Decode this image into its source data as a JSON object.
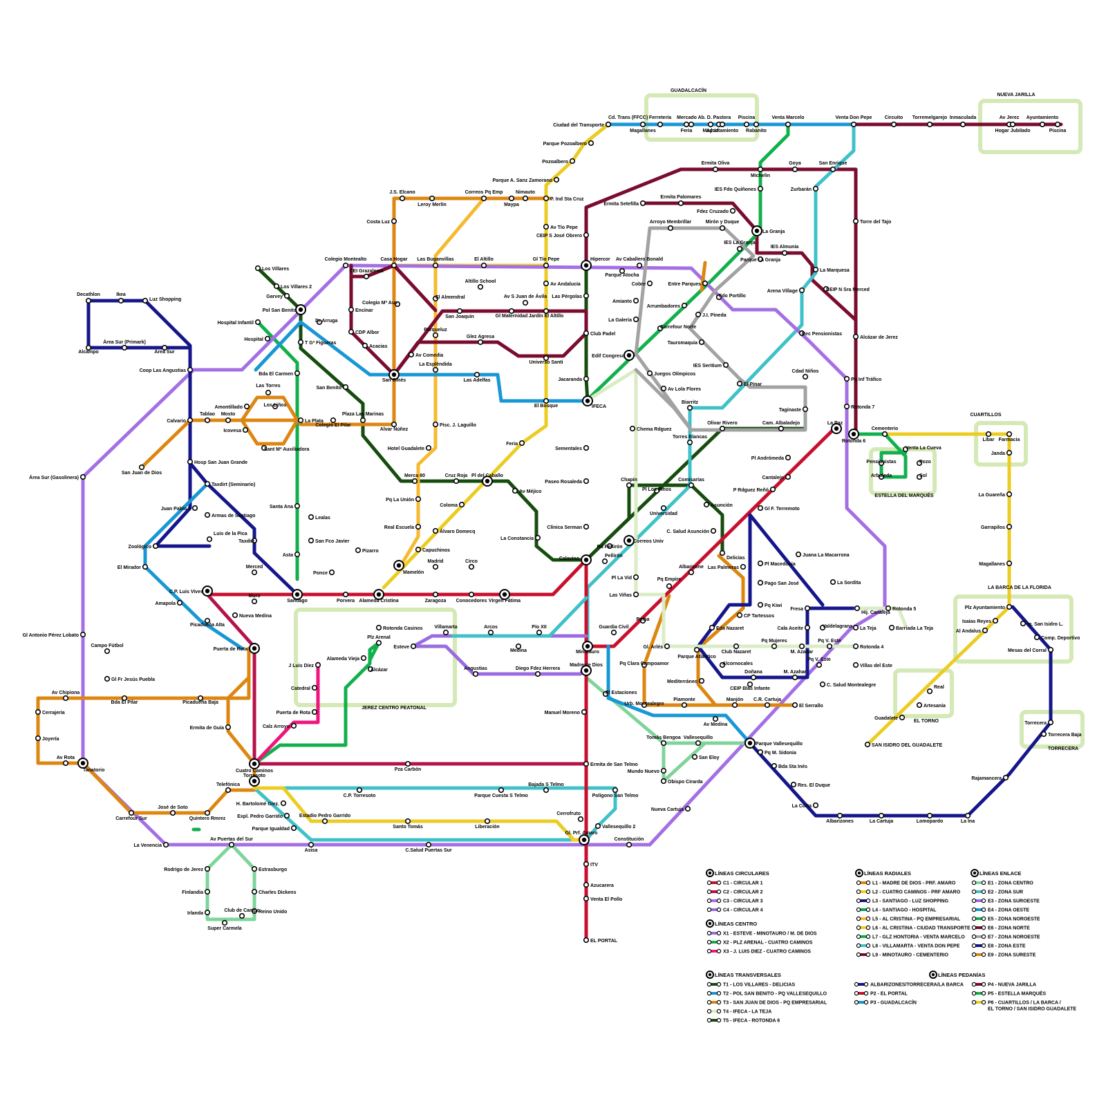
{
  "zones": [
    {
      "id": "guadalcacin",
      "label": "GUADALCACÍN"
    },
    {
      "id": "nueva_jarilla",
      "label": "NUEVA JARILLA"
    },
    {
      "id": "cuartillos",
      "label": "CUARTILLOS"
    },
    {
      "id": "estella",
      "label": "ESTELLA DEL MARQUÉS"
    },
    {
      "id": "barca",
      "label": "LA BARCA DE LA FLORIDA"
    },
    {
      "id": "torno",
      "label": "EL TORNO"
    },
    {
      "id": "torrecera",
      "label": "TORRECERA"
    },
    {
      "id": "centro",
      "label": "JEREZ CENTRO PEATONAL"
    }
  ],
  "lines": [
    {
      "id": "C1",
      "color": "#c8102e"
    },
    {
      "id": "C2",
      "color": "#b5124b"
    },
    {
      "id": "C3",
      "color": "#a46fe4"
    },
    {
      "id": "C4",
      "color": "#9b6be0"
    },
    {
      "id": "X1",
      "color": "#9b6be0"
    },
    {
      "id": "X2",
      "color": "#12b04c"
    },
    {
      "id": "X3",
      "color": "#f0147d"
    },
    {
      "id": "L1",
      "color": "#dd8610"
    },
    {
      "id": "L2",
      "color": "#f2cf20"
    },
    {
      "id": "L3",
      "color": "#15168a"
    },
    {
      "id": "L4",
      "color": "#0ea05a"
    },
    {
      "id": "L5",
      "color": "#f6b92f"
    },
    {
      "id": "L6",
      "color": "#eccc22"
    },
    {
      "id": "L7",
      "color": "#12b04c"
    },
    {
      "id": "L8",
      "color": "#3fc1c9"
    },
    {
      "id": "L9",
      "color": "#7a0c2e"
    },
    {
      "id": "T1",
      "color": "#174c0f"
    },
    {
      "id": "T2",
      "color": "#1897d4"
    },
    {
      "id": "T3",
      "color": "#dd8610"
    },
    {
      "id": "T4",
      "color": "#daecc4"
    },
    {
      "id": "T5",
      "color": "#174c0f"
    },
    {
      "id": "E1",
      "color": "#7fd49b"
    },
    {
      "id": "E2",
      "color": "#3fc1c9"
    },
    {
      "id": "E3",
      "color": "#9b6be0"
    },
    {
      "id": "E4",
      "color": "#1897d4"
    },
    {
      "id": "E5",
      "color": "#12b04c"
    },
    {
      "id": "E6",
      "color": "#7a0c2e"
    },
    {
      "id": "E7",
      "color": "#a2a2a2"
    },
    {
      "id": "E8",
      "color": "#15168a"
    },
    {
      "id": "E9",
      "color": "#dd8610"
    },
    {
      "id": "P1",
      "color": "#15168a"
    },
    {
      "id": "P2",
      "color": "#c8102e"
    },
    {
      "id": "P3",
      "color": "#1897d4"
    },
    {
      "id": "P4",
      "color": "#7a0c2e"
    },
    {
      "id": "P5",
      "color": "#12b04c"
    },
    {
      "id": "P6",
      "color": "#eccc22"
    }
  ],
  "stations": [
    {
      "n": "Ciudad del Transporte"
    },
    {
      "n": "Cd. Trans (FFCC)"
    },
    {
      "n": "Magallanes"
    },
    {
      "n": "Ferretería"
    },
    {
      "n": "Mercado Ab."
    },
    {
      "n": "Feria"
    },
    {
      "n": "D. Pastora"
    },
    {
      "n": "Madrid"
    },
    {
      "n": "Piscina"
    },
    {
      "n": "Ayuntamiento"
    },
    {
      "n": "Rabanito"
    },
    {
      "n": "Venta Marcelo"
    },
    {
      "n": "Venta Don Pepe"
    },
    {
      "n": "Circuito"
    },
    {
      "n": "Torremelgarejo"
    },
    {
      "n": "Inmaculada"
    },
    {
      "n": "Av Jerez"
    },
    {
      "n": "Hogar Jubilado"
    },
    {
      "n": "Ayuntamiento"
    },
    {
      "n": "Piscina"
    },
    {
      "n": "Parque Pozoalbero"
    },
    {
      "n": "Pozoalbero"
    },
    {
      "n": "Parque A. Sanz Zamorano"
    },
    {
      "n": "Ermita Oliva"
    },
    {
      "n": "Goya"
    },
    {
      "n": "San Enrique"
    },
    {
      "n": "Michelin"
    },
    {
      "n": "IES Fdo Quiñones"
    },
    {
      "n": "Zurbarán"
    },
    {
      "n": "Torre del Tajo"
    },
    {
      "n": "J.S. Elcano"
    },
    {
      "n": "Leroy Merlín"
    },
    {
      "n": "Correos Pq Emp"
    },
    {
      "n": "Maypa"
    },
    {
      "n": "Nimauto"
    },
    {
      "n": "P. Ind Sta Cruz"
    },
    {
      "n": "Ermita Palomares"
    },
    {
      "n": "Ermita Setefilla"
    },
    {
      "n": "Fdez Cruzado"
    },
    {
      "n": "Costa Luz"
    },
    {
      "n": "Av Tío Pepe"
    },
    {
      "n": "CEIP S José Obrero"
    },
    {
      "n": "Arroyo Membrillar"
    },
    {
      "n": "Mirón y Duque"
    },
    {
      "n": "La Granja"
    },
    {
      "n": "Colegio Montealto"
    },
    {
      "n": "Casa Hogar"
    },
    {
      "n": "Las Buganvillas"
    },
    {
      "n": "El Altillo"
    },
    {
      "n": "Gl Tío Pepe"
    },
    {
      "n": "Hipercor"
    },
    {
      "n": "Av Caballero Bonald"
    },
    {
      "n": "Parque Atocha"
    },
    {
      "n": "IES La Granja"
    },
    {
      "n": "IES Almunia"
    },
    {
      "n": "Parque La Granja"
    },
    {
      "n": "La Marquesa"
    },
    {
      "n": "CEIP N Sra Merced"
    },
    {
      "n": "Los Villares"
    },
    {
      "n": "Los Villares 2"
    },
    {
      "n": "Garvey"
    },
    {
      "n": "Decathlon"
    },
    {
      "n": "Ikea"
    },
    {
      "n": "Luz Shopping"
    },
    {
      "n": "CEI Grazalema"
    },
    {
      "n": "Encinar"
    },
    {
      "n": "Colegio Mª Aux"
    },
    {
      "n": "El Almendral"
    },
    {
      "n": "Altillo School"
    },
    {
      "n": "San Joaquín"
    },
    {
      "n": "Av S Juan de Ávila"
    },
    {
      "n": "Gl Maternidad"
    },
    {
      "n": "Jardín El Altillo"
    },
    {
      "n": "Av Andalucía"
    },
    {
      "n": "Cobre"
    },
    {
      "n": "Entre Parques"
    },
    {
      "n": "Fdo Portillo"
    },
    {
      "n": "Arena Village"
    },
    {
      "n": "Las Pérgolas"
    },
    {
      "n": "Amianto"
    },
    {
      "n": "Arrumbadores"
    },
    {
      "n": "J.I. Pineda"
    },
    {
      "n": "La Galería"
    },
    {
      "n": "Club Padel"
    },
    {
      "n": "Carrefour Norte"
    },
    {
      "n": "Tauromaquia"
    },
    {
      "n": "Rec Pensionistas"
    },
    {
      "n": "Alcázar de Jerez"
    },
    {
      "n": "Pol San Benito"
    },
    {
      "n": "Dr Arruga"
    },
    {
      "n": "Hospital Infantil"
    },
    {
      "n": "Hospital"
    },
    {
      "n": "T Gª Figueras"
    },
    {
      "n": "Alcampo"
    },
    {
      "n": "Área Sur (Primark)"
    },
    {
      "n": "Área Sur"
    },
    {
      "n": "CDP Albor"
    },
    {
      "n": "Acacias"
    },
    {
      "n": "Parqueluz"
    },
    {
      "n": "Glez Agresa"
    },
    {
      "n": "Av Comedia"
    },
    {
      "n": "Universo Santi"
    },
    {
      "n": "Edif Congreso"
    },
    {
      "n": "San Ginés"
    },
    {
      "n": "La Espléndida"
    },
    {
      "n": "Las Adelfas"
    },
    {
      "n": "Jacaranda"
    },
    {
      "n": "IFECA"
    },
    {
      "n": "Juegos Olímpicos"
    },
    {
      "n": "IES Seritium"
    },
    {
      "n": "Av Lola Flores"
    },
    {
      "n": "El Pinar"
    },
    {
      "n": "Cdad Niños"
    },
    {
      "n": "Pq Inf Tráfico"
    },
    {
      "n": "Coop Las Angustias"
    },
    {
      "n": "Bda El Carmen"
    },
    {
      "n": "San Benito"
    },
    {
      "n": "El Bosque"
    },
    {
      "n": "Biarritz"
    },
    {
      "n": "Taginaste"
    },
    {
      "n": "Rotonda 7"
    },
    {
      "n": "Las Torres"
    },
    {
      "n": "Amontillado"
    },
    {
      "n": "Los Liños"
    },
    {
      "n": "Calvario"
    },
    {
      "n": "Tablao"
    },
    {
      "n": "Mosto"
    },
    {
      "n": "La Plata"
    },
    {
      "n": "Plaza Las Marinas"
    },
    {
      "n": "Icovesa"
    },
    {
      "n": "Colegio El Pilar"
    },
    {
      "n": "Alvar Núñez"
    },
    {
      "n": "Pisc. J. Laguillo"
    },
    {
      "n": "Chema Rdguez"
    },
    {
      "n": "Olivar Rivero"
    },
    {
      "n": "Cam. Albaladejo"
    },
    {
      "n": "La Paz"
    },
    {
      "n": "Rotonda 6"
    },
    {
      "n": "Cementerio"
    },
    {
      "n": "Sant Mª Auxiliadora"
    },
    {
      "n": "Feria"
    },
    {
      "n": "Torres Blancas"
    },
    {
      "n": "Hotel Guadalete"
    },
    {
      "n": "Sementales"
    },
    {
      "n": "San Juan de Dios"
    },
    {
      "n": "Hosp San Juan Grande"
    },
    {
      "n": "Merca 80"
    },
    {
      "n": "Cruz Roja"
    },
    {
      "n": "Pl del Caballo"
    },
    {
      "n": "Av Méjico"
    },
    {
      "n": "Paseo Rosaleda"
    },
    {
      "n": "Chapín"
    },
    {
      "n": "Pl Los Pinos"
    },
    {
      "n": "Comisarías"
    },
    {
      "n": "Pl Andrómeda"
    },
    {
      "n": "Área Sur (Gasolinera)"
    },
    {
      "n": "Taxdirt (Seminario)"
    },
    {
      "n": "Pq La Unión"
    },
    {
      "n": "Colomа"
    },
    {
      "n": "Cantalejo"
    },
    {
      "n": "Juan Pablo II"
    },
    {
      "n": "Armas de Santiago"
    },
    {
      "n": "Universidad"
    },
    {
      "n": "Asunción"
    },
    {
      "n": "P Rdguez Reñó"
    },
    {
      "n": "Santa Ana"
    },
    {
      "n": "Lealas"
    },
    {
      "n": "Real Escuela"
    },
    {
      "n": "Álvaro Domecq"
    },
    {
      "n": "Clínica Serman"
    },
    {
      "n": "C. Salud Asunción"
    },
    {
      "n": "Gl F. Terremoto"
    },
    {
      "n": "Zoológico"
    },
    {
      "n": "Luis de la Pica"
    },
    {
      "n": "San Fco Javier"
    },
    {
      "n": "La Constancia"
    },
    {
      "n": "Correos Univ"
    },
    {
      "n": "Taxdirt"
    },
    {
      "n": "Pizarro"
    },
    {
      "n": "Capuchinos"
    },
    {
      "n": "Rd Pellirón"
    },
    {
      "n": "Juana La Macarrona"
    },
    {
      "n": "El Mirador"
    },
    {
      "n": "Asta"
    },
    {
      "n": "Calavino"
    },
    {
      "n": "Delicias"
    },
    {
      "n": "Mamelón"
    },
    {
      "n": "Pellirón"
    },
    {
      "n": "Albarizone"
    },
    {
      "n": "Las Palmeras"
    },
    {
      "n": "Pl Macedonia"
    },
    {
      "n": "La Sordita"
    },
    {
      "n": "Merced"
    },
    {
      "n": "Ponce"
    },
    {
      "n": "Madrid"
    },
    {
      "n": "Circo"
    },
    {
      "n": "Pl La Vid"
    },
    {
      "n": "Pq Empire"
    },
    {
      "n": "Pago San José"
    },
    {
      "n": "C.P. Luis Vives"
    },
    {
      "n": "Santiago"
    },
    {
      "n": "Porvera"
    },
    {
      "n": "Alameda Cristina"
    },
    {
      "n": "Zaragoza"
    },
    {
      "n": "Conocedores"
    },
    {
      "n": "Virgen Fátima"
    },
    {
      "n": "Las Viñas"
    },
    {
      "n": "Pq Kiwi"
    },
    {
      "n": "Amapola"
    },
    {
      "n": "Muro"
    },
    {
      "n": "Nueva Medina"
    },
    {
      "n": "Hij. Canaleja"
    },
    {
      "n": "Rotonda 5"
    },
    {
      "n": "CP Tartessos"
    },
    {
      "n": "Fresa"
    },
    {
      "n": "Picadueña Alta"
    },
    {
      "n": "Reina"
    },
    {
      "n": "Gl Antonio Pérez Lobato"
    },
    {
      "n": "Rotonda Casinos"
    },
    {
      "n": "Villamarta"
    },
    {
      "n": "Arcos"
    },
    {
      "n": "Pío XII"
    },
    {
      "n": "Guardia Civil"
    },
    {
      "n": "Eda Nazaret"
    },
    {
      "n": "Cala Aceite"
    },
    {
      "n": "Valdelagrana"
    },
    {
      "n": "La Teja"
    },
    {
      "n": "Barriada La Teja"
    },
    {
      "n": "Puerta de Rota"
    },
    {
      "n": "Campo Fútbol"
    },
    {
      "n": "Plz Arenal"
    },
    {
      "n": "Esteve"
    },
    {
      "n": "Medina"
    },
    {
      "n": "Minotauro"
    },
    {
      "n": "Gl. Arlés"
    },
    {
      "n": "Parque Atlántico"
    },
    {
      "n": "Club Nazaret"
    },
    {
      "n": "Pq Mujeres"
    },
    {
      "n": "M. Azahar"
    },
    {
      "n": "Pq V. Este"
    },
    {
      "n": "Rotonda 4"
    },
    {
      "n": "J Luis Díez"
    },
    {
      "n": "Alameda Vieja"
    },
    {
      "n": "Alcázar"
    },
    {
      "n": "Angustias"
    },
    {
      "n": "Diego Fdez Herrera"
    },
    {
      "n": "Madre de Dios"
    },
    {
      "n": "Pq Clara Campoamor"
    },
    {
      "n": "Alcornocales"
    },
    {
      "n": "Pq V. Este"
    },
    {
      "n": "Villas del Este"
    },
    {
      "n": "Gl Fr Jesús Puebla"
    },
    {
      "n": "Catedral"
    },
    {
      "n": "Mediterráneo"
    },
    {
      "n": "Doñana"
    },
    {
      "n": "M. Azahar"
    },
    {
      "n": "CEIP Blas Infante"
    },
    {
      "n": "C. Salud Montealegre"
    },
    {
      "n": "Av Chipiona"
    },
    {
      "n": "Bda El Pilar"
    },
    {
      "n": "Picadueña Baja"
    },
    {
      "n": "Pl Estaciones"
    },
    {
      "n": "Urb. Montealegre"
    },
    {
      "n": "Piamonte"
    },
    {
      "n": "Manjón"
    },
    {
      "n": "C.R. Cartuja"
    },
    {
      "n": "El Serrallo"
    },
    {
      "n": "Cerrajería"
    },
    {
      "n": "Puerta de Rota"
    },
    {
      "n": "Manuel Moreno"
    },
    {
      "n": "Av Medina"
    },
    {
      "n": "Ermita de Guía"
    },
    {
      "n": "Calz Arroyo"
    },
    {
      "n": "Tomás Bengoa"
    },
    {
      "n": "Vallesequillo"
    },
    {
      "n": "Parque Vallesequillo"
    },
    {
      "n": "Pq M. Sidonia"
    },
    {
      "n": "Joyería"
    },
    {
      "n": "Cuatro Caminos"
    },
    {
      "n": "Pza Carbón"
    },
    {
      "n": "Ermita de San Telmo"
    },
    {
      "n": "Mundo Nuevo"
    },
    {
      "n": "San Eloy"
    },
    {
      "n": "Bda Sta Inés"
    },
    {
      "n": "Av Rota"
    },
    {
      "n": "Tanatorio"
    },
    {
      "n": "Torresoto"
    },
    {
      "n": "Obispo Cirarda"
    },
    {
      "n": "Res. El Duque"
    },
    {
      "n": "Telefónica"
    },
    {
      "n": "C.P. Torresoto"
    },
    {
      "n": "Parque Cuesta S Telmo"
    },
    {
      "n": "Bajada S Telmo"
    },
    {
      "n": "Polígono San Telmo"
    },
    {
      "n": "José de Soto"
    },
    {
      "n": "H. Bartolomé Glez."
    },
    {
      "n": "Carrefour Sur"
    },
    {
      "n": "Quintero Rmrez"
    },
    {
      "n": "Expl. Pedro Garrido"
    },
    {
      "n": "Estadio Pedro Garrido"
    },
    {
      "n": "Santo Tomás"
    },
    {
      "n": "Liberación"
    },
    {
      "n": "Cerrofruto"
    },
    {
      "n": "Vallesequillo 2"
    },
    {
      "n": "Nueva Cartuja"
    },
    {
      "n": "La Corta"
    },
    {
      "n": "Albarizones"
    },
    {
      "n": "La Cartuja"
    },
    {
      "n": "Lomopardo"
    },
    {
      "n": "La Ina"
    },
    {
      "n": "Parque Igualdad"
    },
    {
      "n": "Gl. Prf. Amaro"
    },
    {
      "n": "Constitución"
    },
    {
      "n": "La Venencia"
    },
    {
      "n": "Av Puertas del Sur"
    },
    {
      "n": "Asisa"
    },
    {
      "n": "C.Salud Puertas Sur"
    },
    {
      "n": "ITV"
    },
    {
      "n": "Azucarera"
    },
    {
      "n": "Venta El Pollo"
    },
    {
      "n": "EL PORTAL"
    },
    {
      "n": "Rodrigo de Jerez"
    },
    {
      "n": "Estrasburgo"
    },
    {
      "n": "Finlandia"
    },
    {
      "n": "Charles Dickens"
    },
    {
      "n": "Irlanda"
    },
    {
      "n": "Club de Campo"
    },
    {
      "n": "Reino Unido"
    },
    {
      "n": "Super Carmela"
    },
    {
      "n": "Venta La Cueva"
    },
    {
      "n": "Pensionistas"
    },
    {
      "n": "Pozo"
    },
    {
      "n": "Arboleda"
    },
    {
      "n": "Sol"
    },
    {
      "n": "Líbar"
    },
    {
      "n": "Farmacia"
    },
    {
      "n": "Janda"
    },
    {
      "n": "La Guareña"
    },
    {
      "n": "Garrapilos"
    },
    {
      "n": "Magallanes"
    },
    {
      "n": "Plz Ayuntamiento"
    },
    {
      "n": "Isaías Reyes"
    },
    {
      "n": "Al Andalus"
    },
    {
      "n": "Ig. San Isidro L."
    },
    {
      "n": "Comp. Deportivo"
    },
    {
      "n": "Mesas del Corral"
    },
    {
      "n": "Real"
    },
    {
      "n": "Artesanía"
    },
    {
      "n": "Guadalete"
    },
    {
      "n": "SAN ISIDRO DEL GUADALETE"
    },
    {
      "n": "Torrecera"
    },
    {
      "n": "Torrecera Baja"
    },
    {
      "n": "Rajamancera"
    }
  ],
  "legend": {
    "circulares": {
      "title": "LÍNEAS CIRCULARES",
      "items": [
        "C1 - CIRCULAR 1",
        "C2 - CIRCULAR 2",
        "C3 - CIRCULAR 3",
        "C4 - CIRCULAR 4"
      ]
    },
    "centro": {
      "title": "LÍNEAS CENTRO",
      "items": [
        "X1 - ESTEVE - MINOTAURO / M. DE DIOS",
        "X2 - PLZ ARENAL - CUATRO CAMINOS",
        "X3 - J. LUIS DIEZ - CUATRO CAMINOS"
      ]
    },
    "transversales": {
      "title": "LÍNEAS TRANSVERSALES",
      "items": [
        "T1 - LOS VILLARES - DELICIAS",
        "T2 - POL SAN BENITO - PQ VALLESEQUILLO",
        "T3 - SAN JUAN DE DIOS - PQ EMPRESARIAL",
        "T4 - IFECA - LA TEJA",
        "T5 - IFECA - ROTONDA 6"
      ]
    },
    "radiales": {
      "title": "LÍNEAS RADIALES",
      "items": [
        "L1 - MADRE DE DIOS - PRF. AMARO",
        "L2 - CUATRO CAMINOS - PRF AMARO",
        "L3 - SANTIAGO - LUZ SHOPPING",
        "L4 - SANTIAGO - HOSPITAL",
        "L5 - AL CRISTINA - PQ EMPRESARIAL",
        "L6 - AL CRISTINA - CIUDAD TRANSPORTE",
        "L7 - GLZ HONTORIA - VENTA MARCELO",
        "L8 - VILLAMARTA - VENTA DON PEPE",
        "L9 - MINOTAURO - CEMENTERIO"
      ]
    },
    "enlace": {
      "title": "LÍNEAS ENLACE",
      "items": [
        "E1 - ZONA CENTRO",
        "E2 - ZONA SUR",
        "E3 - ZONA SUROESTE",
        "E4 - ZONA OESTE",
        "E5 - ZONA NOROESTE",
        "E6 - ZONA NORTE",
        "E7 - ZONA NOROESTE",
        "E8 - ZONA ESTE",
        "E9 - ZONA SURESTE"
      ]
    },
    "pedanias": {
      "title": "LÍNEAS PEDANÍAS",
      "items": [
        "ALBARIZONES/TORRECERA/LA BARCA",
        "P2 - EL PORTAL",
        "P3 - GUADALCACÍN",
        "P4 - NUEVA JARILLA",
        "P5 - ESTELLA MARQUÉS",
        "P6 - CUARTILLOS / LA BARCA /",
        "EL TORNO / SAN ISIDRO GUADALETE"
      ]
    }
  }
}
